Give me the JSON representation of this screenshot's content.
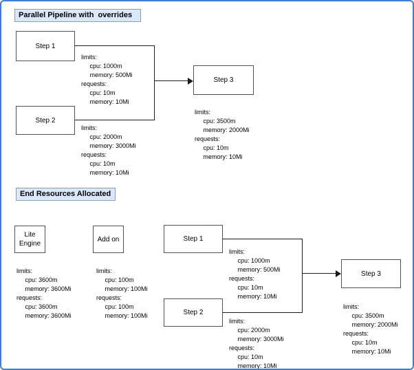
{
  "colors": {
    "frame_border": "#3e7cd6",
    "title_fill": "#dae8fc",
    "title_border": "#8a9cb4",
    "box_border": "#4f4f4f",
    "line_color": "#1a1a1a",
    "text_color": "#000000"
  },
  "sections": {
    "top": {
      "title": "Parallel Pipeline with  overrides",
      "nodes": {
        "step1": "Step 1",
        "step2": "Step 2",
        "step3": "Step 3"
      },
      "resources": {
        "step1": [
          "limits:",
          "     cpu: 1000m",
          "     memory: 500Mi",
          "requests:",
          "     cpu: 10m",
          "     memory: 10Mi"
        ],
        "step2": [
          "limits:",
          "     cpu: 2000m",
          "     memory: 3000Mi",
          "requests:",
          "     cpu: 10m",
          "     memory: 10Mi"
        ],
        "step3": [
          "limits:",
          "     cpu: 3500m",
          "     memory: 2000Mi",
          "requests:",
          "     cpu: 10m",
          "     memory: 10Mi"
        ]
      }
    },
    "bottom": {
      "title": "End Resources Allocated",
      "nodes": {
        "lite_engine_line1": "Lite",
        "lite_engine_line2": "Engine",
        "addon": "Add on",
        "step1": "Step 1",
        "step2": "Step 2",
        "step3": "Step 3"
      },
      "resources": {
        "lite_engine": [
          "limits:",
          "     cpu: 3600m",
          "     memory: 3600Mi",
          "requests:",
          "     cpu: 3600m",
          "     memory: 3600Mi"
        ],
        "addon": [
          "limits:",
          "     cpu: 100m",
          "     memory: 100Mi",
          "requests:",
          "     cpu: 100m",
          "     memory: 100Mi"
        ],
        "step1": [
          "limits:",
          "     cpu: 1000m",
          "     memory: 500Mi",
          "requests:",
          "     cpu: 10m",
          "     memory: 10Mi"
        ],
        "step2": [
          "limits:",
          "     cpu: 2000m",
          "     memory: 3000Mi",
          "requests:",
          "     cpu: 10m",
          "     memory: 10Mi"
        ],
        "step3": [
          "limits:",
          "     cpu: 3500m",
          "     memory: 2000Mi",
          "requests:",
          "     cpu: 10m",
          "     memory: 10Mi"
        ]
      }
    }
  }
}
